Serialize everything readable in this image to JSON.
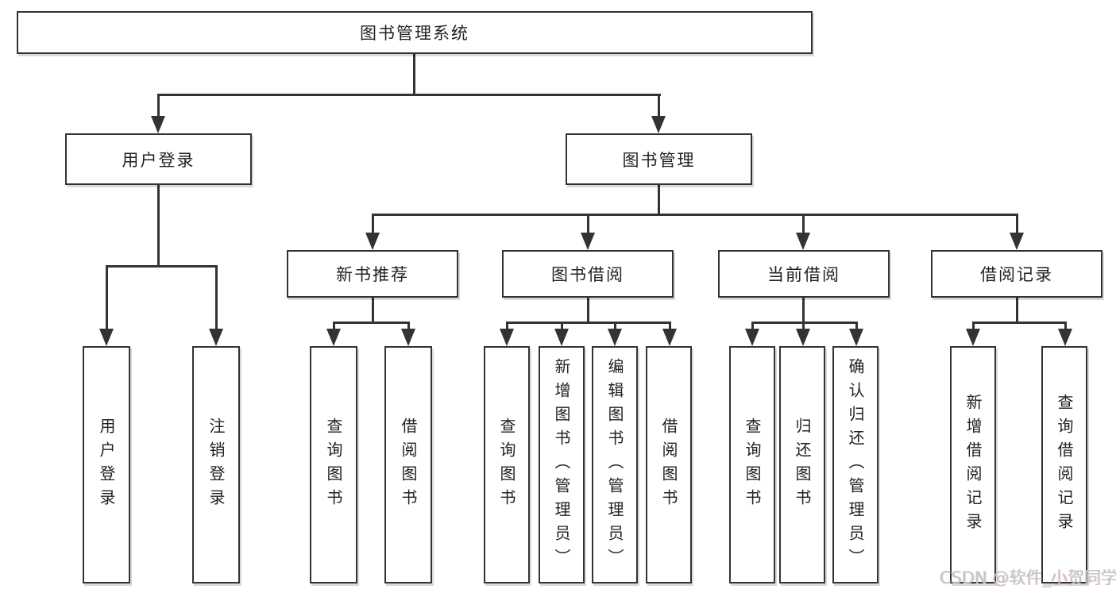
{
  "diagram": {
    "nodes": {
      "root": "图书管理系统",
      "user_login": "用户登录",
      "book_mgmt": "图书管理",
      "new_books": "新书推荐",
      "book_borrow": "图书借阅",
      "current_borrow": "当前借阅",
      "borrow_records": "借阅记录"
    },
    "leaves": {
      "user_login_1": "用户登录",
      "user_login_2": "注销登录",
      "new_books_1": "查询图书",
      "new_books_2": "借阅图书",
      "book_borrow_1": "查询图书",
      "book_borrow_2": "新增图书（管理员）",
      "book_borrow_3": "编辑图书（管理员）",
      "book_borrow_4": "借阅图书",
      "current_borrow_1": "查询图书",
      "current_borrow_2": "归还图书",
      "current_borrow_3": "确认归还（管理员）",
      "borrow_records_1": "新增借阅记录",
      "borrow_records_2": "查询借阅记录"
    },
    "watermark": "CSDN @软件_小贺同学",
    "colors": {
      "line": "#333333",
      "text": "#222222",
      "box_background": "#ffffff",
      "watermark": "#c4c4c4",
      "background": "#ffffff"
    }
  }
}
